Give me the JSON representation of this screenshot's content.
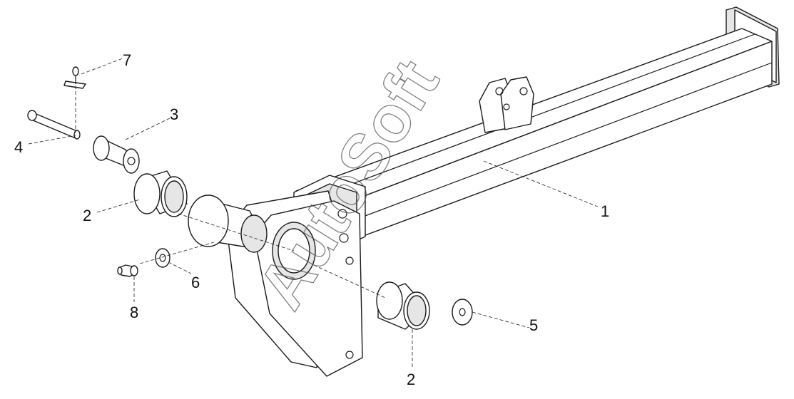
{
  "watermark": "AutoSoft",
  "callouts": {
    "c1": "1",
    "c2a": "2",
    "c2b": "2",
    "c3": "3",
    "c4": "4",
    "c5": "5",
    "c6": "6",
    "c7": "7",
    "c8": "8"
  }
}
